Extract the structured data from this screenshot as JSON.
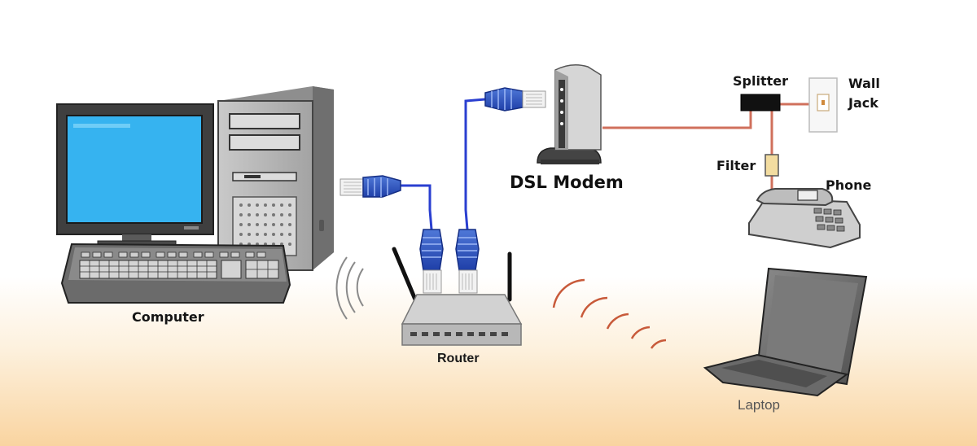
{
  "labels": {
    "computer": "Computer",
    "router": "Router",
    "dsl_modem": "DSL Modem",
    "splitter": "Splitter",
    "wall_jack": [
      "Wall",
      "Jack"
    ],
    "filter": "Filter",
    "phone": "Phone",
    "laptop": "Laptop"
  },
  "colors": {
    "cable_blue": "#2a3fd0",
    "phone_line": "#d0705c",
    "wifi_arc": "#c85a3a",
    "screen_blue": "#36b3f0",
    "device_gray": "#bcbcbc"
  }
}
